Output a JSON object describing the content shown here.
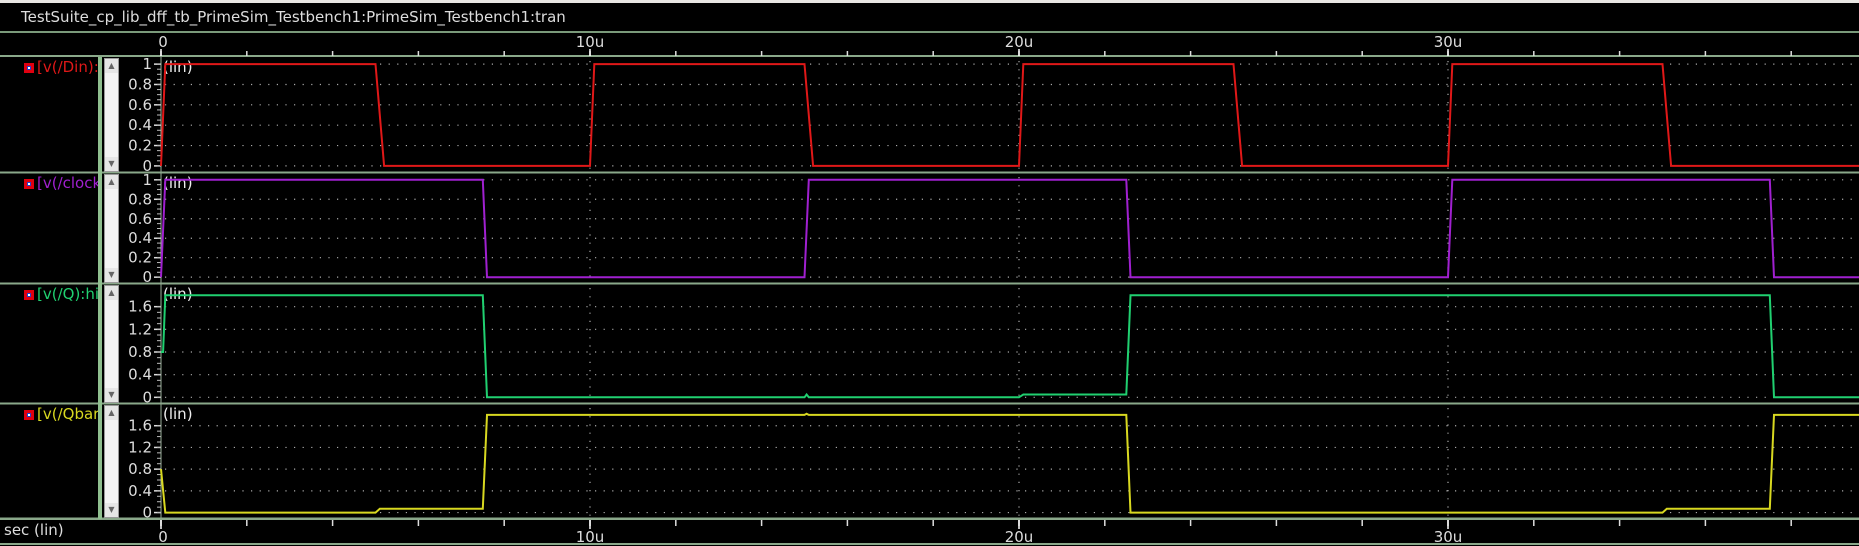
{
  "window": {
    "title": "TestSuite_cp_lib_dff_tb_PrimeSim_Testbench1:PrimeSim_Testbench1:tran"
  },
  "x_axis_label": "sec (lin)",
  "chart_data": [
    {
      "type": "line",
      "trace_label": "[v(/Din):",
      "scale_label": "(lin)",
      "color": "#e01818",
      "ylim": [
        -0.06,
        1.07
      ],
      "yticks": [
        "0",
        "0.2",
        "0.4",
        "0.6",
        "0.8",
        "1"
      ],
      "ytick_values": [
        0,
        0.2,
        0.4,
        0.6,
        0.8,
        1
      ],
      "points": [
        [
          0,
          0
        ],
        [
          0.1,
          1
        ],
        [
          5.0,
          1
        ],
        [
          5.2,
          0
        ],
        [
          10.0,
          0
        ],
        [
          10.1,
          1
        ],
        [
          15.0,
          1
        ],
        [
          15.2,
          0
        ],
        [
          20.0,
          0
        ],
        [
          20.1,
          1
        ],
        [
          25.0,
          1
        ],
        [
          25.2,
          0
        ],
        [
          30.0,
          0
        ],
        [
          30.1,
          1
        ],
        [
          35.0,
          1
        ],
        [
          35.2,
          0
        ],
        [
          39.6,
          0
        ]
      ]
    },
    {
      "type": "line",
      "trace_label": "[v(/clock",
      "scale_label": "(lin)",
      "color": "#a020d0",
      "ylim": [
        -0.06,
        1.07
      ],
      "yticks": [
        "0",
        "0.2",
        "0.4",
        "0.6",
        "0.8",
        "1"
      ],
      "ytick_values": [
        0,
        0.2,
        0.4,
        0.6,
        0.8,
        1
      ],
      "points": [
        [
          0,
          0
        ],
        [
          0.1,
          1
        ],
        [
          7.5,
          1
        ],
        [
          7.6,
          0
        ],
        [
          15.0,
          0
        ],
        [
          15.1,
          1
        ],
        [
          22.5,
          1
        ],
        [
          22.6,
          0
        ],
        [
          30.0,
          0
        ],
        [
          30.1,
          1
        ],
        [
          37.5,
          1
        ],
        [
          37.6,
          0
        ],
        [
          39.6,
          0
        ]
      ]
    },
    {
      "type": "line",
      "trace_label": "[v(/Q):hi",
      "scale_label": "(lin)",
      "color": "#20d070",
      "ylim": [
        -0.1,
        2.0
      ],
      "yticks": [
        "0",
        "0.4",
        "0.8",
        "1.2",
        "1.6"
      ],
      "ytick_values": [
        0,
        0.4,
        0.8,
        1.2,
        1.6
      ],
      "points": [
        [
          0,
          0.8
        ],
        [
          0.05,
          0.8
        ],
        [
          0.1,
          1.8
        ],
        [
          7.5,
          1.8
        ],
        [
          7.6,
          0
        ],
        [
          15.0,
          0
        ],
        [
          15.05,
          0.05
        ],
        [
          15.1,
          0
        ],
        [
          20.0,
          0
        ],
        [
          20.1,
          0.05
        ],
        [
          22.5,
          0.05
        ],
        [
          22.6,
          1.8
        ],
        [
          37.5,
          1.8
        ],
        [
          37.6,
          0
        ],
        [
          39.6,
          0
        ]
      ]
    },
    {
      "type": "line",
      "trace_label": "[v(/Qbar",
      "scale_label": "(lin)",
      "color": "#d8d820",
      "ylim": [
        -0.1,
        2.0
      ],
      "yticks": [
        "0",
        "0.4",
        "0.8",
        "1.2",
        "1.6"
      ],
      "ytick_values": [
        0,
        0.4,
        0.8,
        1.2,
        1.6
      ],
      "points": [
        [
          0,
          0.8
        ],
        [
          0.1,
          0
        ],
        [
          5.0,
          0
        ],
        [
          5.1,
          0.07
        ],
        [
          7.5,
          0.07
        ],
        [
          7.6,
          1.8
        ],
        [
          15.0,
          1.8
        ],
        [
          15.05,
          1.82
        ],
        [
          15.1,
          1.8
        ],
        [
          22.5,
          1.8
        ],
        [
          22.6,
          0
        ],
        [
          35.0,
          0
        ],
        [
          35.1,
          0.07
        ],
        [
          37.5,
          0.07
        ],
        [
          37.6,
          1.8
        ],
        [
          39.6,
          1.8
        ]
      ]
    }
  ],
  "x_axis": {
    "unit": "s",
    "xlim": [
      0,
      39.6
    ],
    "major_ticks": [
      0,
      10,
      20,
      30
    ],
    "major_tick_labels": [
      "0",
      "10u",
      "20u",
      "30u"
    ],
    "minor_step": 2
  }
}
